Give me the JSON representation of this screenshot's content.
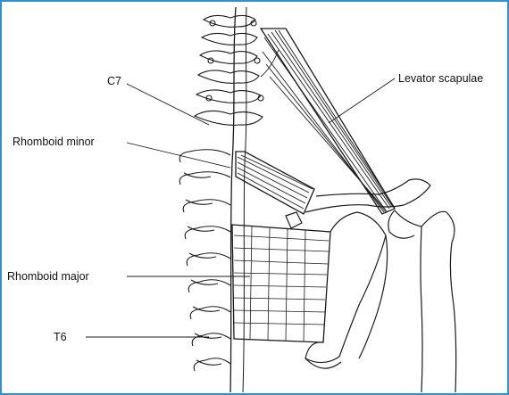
{
  "diagram": {
    "labels": {
      "c7": "C7",
      "levator_scapulae": "Levator scapulae",
      "rhomboid_minor": "Rhomboid minor",
      "rhomboid_major": "Rhomboid major",
      "t6": "T6"
    },
    "colors": {
      "frame_border": "#2f8fd1",
      "line_art": "#1a1a1a",
      "background": "#ffffff"
    }
  }
}
